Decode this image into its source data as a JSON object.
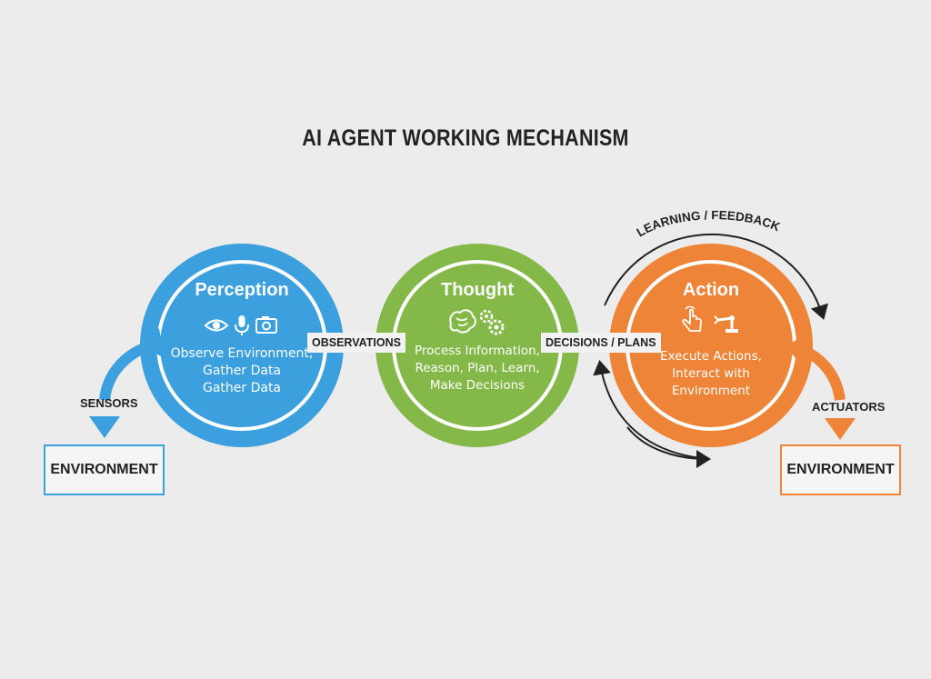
{
  "title": "AI AGENT WORKING MECHANISM",
  "colors": {
    "perception": "#3ba0dd",
    "thought": "#84b94a",
    "action": "#ee8438",
    "background": "#ececec",
    "ink": "#222222"
  },
  "stages": [
    {
      "name": "Perception",
      "icons": [
        "eye-icon",
        "microphone-icon",
        "camera-icon"
      ],
      "description": [
        "Observe Environment,",
        "Gather Data",
        "Gather Data"
      ]
    },
    {
      "name": "Thought",
      "icons": [
        "brain-icon",
        "gears-icon"
      ],
      "description": [
        "Process Information,",
        "Reason, Plan, Learn,",
        "Make Decisions"
      ]
    },
    {
      "name": "Action",
      "icons": [
        "hand-tap-icon",
        "robot-arm-icon"
      ],
      "description": [
        "Execute Actions,",
        "Interact with",
        "Environment"
      ]
    }
  ],
  "connectors": {
    "observations": "OBSERVATIONS",
    "decisions": "DECISIONS / PLANS",
    "learning": "LEARNING / FEEDBACK"
  },
  "left": {
    "arrow_label": "SENSORS",
    "box_label": "ENVIRONMENT"
  },
  "right": {
    "arrow_label": "ACTUATORS",
    "box_label": "ENVIRONMENT"
  }
}
